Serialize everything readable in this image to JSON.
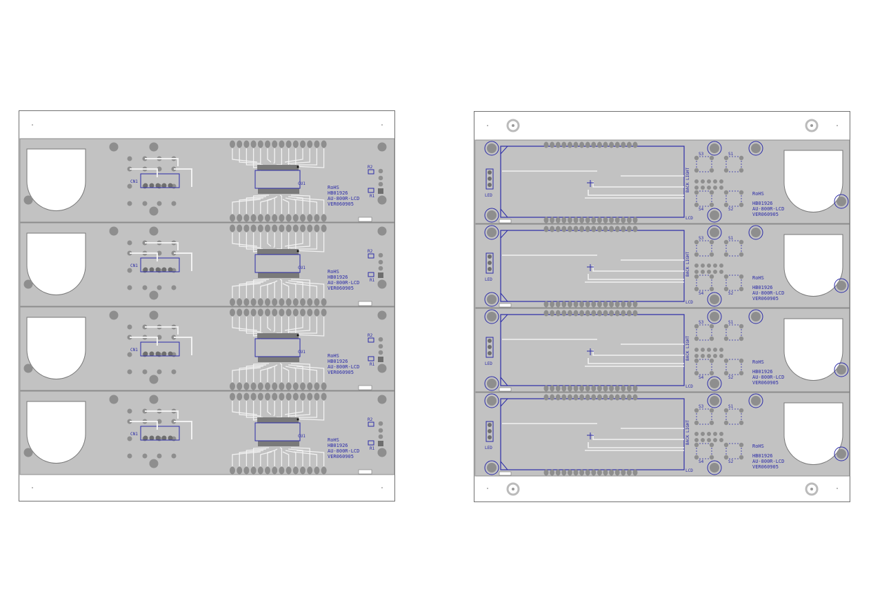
{
  "colors": {
    "board": "#c2c2c2",
    "board_edge": "#8c8c8c",
    "trace": "#f2f2f2",
    "pad": "#8e8e8e",
    "pad_dark": "#6e6e6e",
    "silk": "#2b2ba8",
    "cutout": "#ffffff"
  },
  "left_boards": {
    "count": 4,
    "text": {
      "rohs": "RoHS",
      "part": "HB01926",
      "model": "AU-800R-LCD",
      "version": "VER060905"
    },
    "labels": {
      "connector": "CN1",
      "ic": "CU1",
      "resistor_top": "R2",
      "resistor_bottom": "R1"
    }
  },
  "right_boards": {
    "count": 4,
    "text": {
      "rohs": "RoHS",
      "part": "HB01926",
      "model": "AU-800R-LCD",
      "version": "VER060905"
    },
    "labels": {
      "led": "LED",
      "backlight": "BACK LIGHT",
      "lcd": "LCD",
      "s1": "S1",
      "s2": "S2",
      "s3": "S3",
      "s4": "S4"
    }
  }
}
